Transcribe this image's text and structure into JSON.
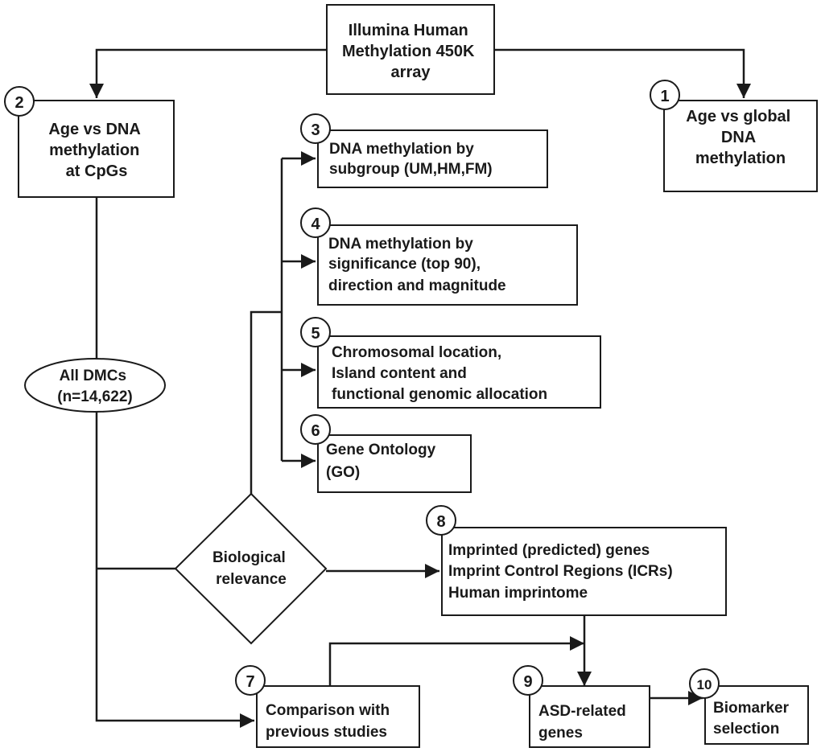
{
  "nodes": {
    "array": {
      "lines": [
        "Illumina Human",
        "Methylation 450K",
        "array"
      ]
    },
    "n2": {
      "badge": "2",
      "lines": [
        "Age vs DNA",
        "methylation",
        "at CpGs"
      ]
    },
    "n1": {
      "badge": "1",
      "lines": [
        "Age vs global",
        "DNA",
        "methylation"
      ]
    },
    "n3": {
      "badge": "3",
      "lines": [
        "DNA methylation by",
        "subgroup (UM,HM,FM)"
      ]
    },
    "n4": {
      "badge": "4",
      "lines": [
        "DNA methylation by",
        "significance (top 90),",
        "direction and magnitude"
      ]
    },
    "n5": {
      "badge": "5",
      "lines": [
        "Chromosomal location,",
        "Island content and",
        "functional genomic allocation"
      ]
    },
    "n6": {
      "badge": "6",
      "lines": [
        "Gene Ontology",
        "(GO)"
      ]
    },
    "dmcs": {
      "lines": [
        "All DMCs",
        "(n=14,622)"
      ]
    },
    "bio": {
      "lines": [
        "Biological",
        "relevance"
      ]
    },
    "n8": {
      "badge": "8",
      "lines": [
        "Imprinted (predicted) genes",
        "Imprint Control Regions (ICRs)",
        "Human imprintome"
      ]
    },
    "n7": {
      "badge": "7",
      "lines": [
        "Comparison with",
        "previous studies"
      ]
    },
    "n9": {
      "badge": "9",
      "lines": [
        "ASD-related",
        "genes"
      ]
    },
    "n10": {
      "badge": "10",
      "lines": [
        "Biomarker",
        "selection"
      ]
    }
  },
  "colors": {
    "stroke": "#1a1a1a",
    "background": "#ffffff",
    "text": "#1a1a1a"
  }
}
